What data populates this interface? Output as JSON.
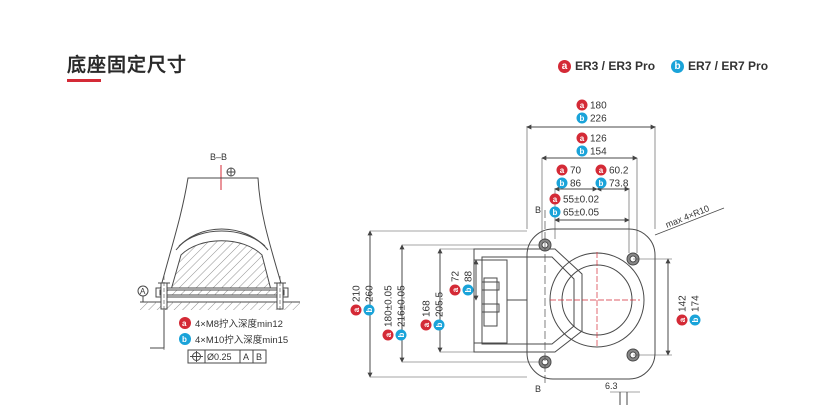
{
  "header": {
    "title": "底座固定尺寸",
    "legend_a_label": "ER3 / ER3 Pro",
    "legend_b_label": "ER7 / ER7 Pro",
    "badge_a": "a",
    "badge_b": "b"
  },
  "colors": {
    "badge_a": "#d42a36",
    "badge_b": "#1aa3d9",
    "title_accent": "#d42a36",
    "line": "#4a4a4a"
  },
  "section_view": {
    "label": "B–B",
    "datum_a": "A",
    "note_a": "4×M8拧入深度min12",
    "note_b": "4×M10拧入深度min15",
    "tolerance_value": "Ø0.25",
    "tolerance_ref_1": "A",
    "tolerance_ref_2": "B"
  },
  "plan_view": {
    "top_dims": [
      {
        "a": "180",
        "b": "226"
      },
      {
        "a": "126",
        "b": "154"
      },
      {
        "a": "70",
        "b": "86"
      },
      {
        "a": "60.2",
        "b": "73.8"
      },
      {
        "a": "55±0.02",
        "b": "65±0.05"
      }
    ],
    "left_dims": [
      {
        "a": "210",
        "b": "260"
      },
      {
        "a": "180±0.05",
        "b": "216±0.05"
      },
      {
        "a": "168",
        "b": "205.5"
      },
      {
        "a": "72",
        "b": "88"
      }
    ],
    "right_dim": {
      "a": "142",
      "b": "174"
    },
    "radius_note": "max 4×R10",
    "thickness": "6.3",
    "section_mark_top": "B",
    "section_mark_bottom": "B"
  }
}
